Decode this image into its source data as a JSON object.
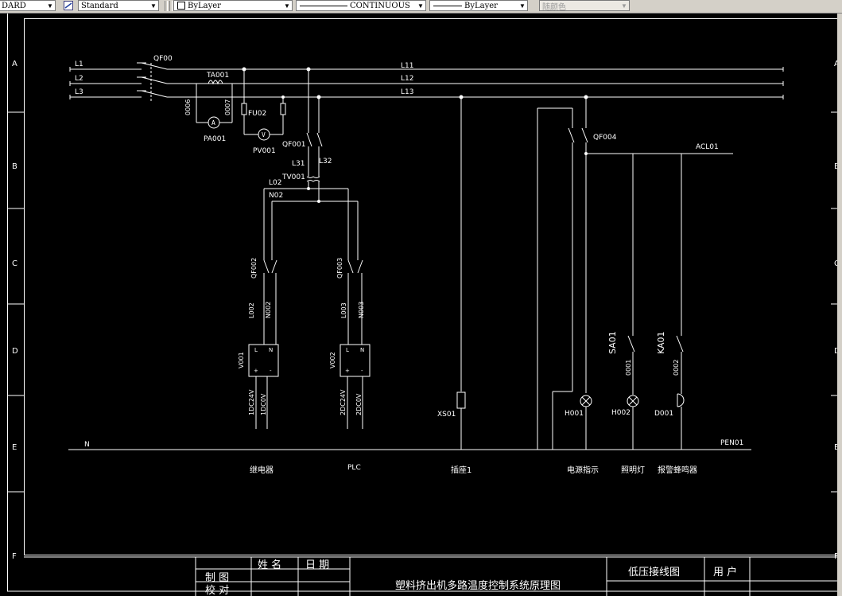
{
  "toolbar": {
    "text_style": "DARD",
    "dim_style": "Standard",
    "layer_color": "ByLayer",
    "linetype": "CONTINUOUS",
    "lineweight": "ByLayer",
    "plot_style": "随颜色"
  },
  "border": {
    "row_letters": [
      "A",
      "B",
      "C",
      "D",
      "E",
      "F"
    ],
    "right_row_letters": [
      "A",
      "B",
      "C",
      "D",
      "E",
      "F"
    ]
  },
  "schematic": {
    "lines": {
      "l1": "L1",
      "l2": "L2",
      "l3": "L3",
      "l11": "L11",
      "l12": "L12",
      "l13": "L13",
      "n": "N",
      "acl01": "ACL01",
      "pen01": "PEN01"
    },
    "qf00": "QF00",
    "ta001": "TA001",
    "w0006": "0006",
    "w0007": "0007",
    "pa001": "PA001",
    "fu02": "FU02",
    "pv001": "PV001",
    "qf001": "QF001",
    "l31": "L31",
    "l32": "L32",
    "tv001": "TV001",
    "l02": "L02",
    "n02": "N02",
    "qf002": "QF002",
    "qf003": "QF003",
    "l002": "L002",
    "n002": "N002",
    "l003": "L003",
    "n003": "N003",
    "v001": "V001",
    "v002": "V002",
    "ps_l": "L",
    "ps_n": "N",
    "ps_plus": "+",
    "ps_minus": "-",
    "dc24_1": "1DC24V",
    "dc0_1": "1DC0V",
    "dc24_2": "2DC24V",
    "dc0_2": "2DC0V",
    "xs01": "XS01",
    "qf004": "QF004",
    "sa01": "SA01",
    "ka01": "KA01",
    "w0001": "0001",
    "w0002": "0002",
    "h001": "H001",
    "h002": "H002",
    "d001": "D001",
    "captions": {
      "relay": "继电器",
      "plc": "PLC",
      "socket": "插座1",
      "power_ind": "电源指示",
      "lamp": "照明灯",
      "buzzer": "报警蜂鸣器"
    }
  },
  "title_block": {
    "name": "姓 名",
    "date": "日 期",
    "drawn": "制 图",
    "checked": "校 对",
    "drawing_title": "塑料挤出机多路温度控制系统原理图",
    "sheet_name": "低压接线图",
    "client": "用 户"
  },
  "colors": {
    "background": "#000000",
    "line": "#ffffff",
    "toolbar": "#d4d0c8"
  }
}
